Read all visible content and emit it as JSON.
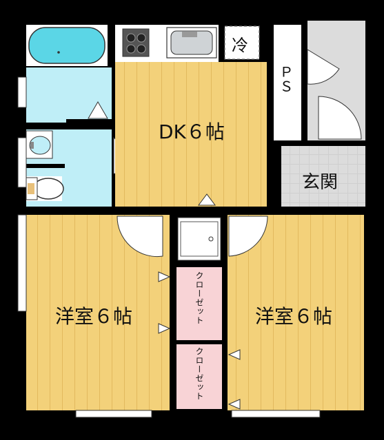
{
  "rooms": {
    "dk": "DK６帖",
    "entrance": "玄関",
    "western_left": "洋室６帖",
    "western_right": "洋室６帖",
    "closet_upper": "クローゼット",
    "closet_lower": "クローゼット",
    "pipe_space": "ＰＳ",
    "fridge": "冷"
  },
  "colors": {
    "floor": "#f3d17a",
    "floor_line": "#e2b95e",
    "wet_area": "#bfeef7",
    "closet": "#f8d3d6",
    "entrance": "#dcdcdc",
    "wall": "#000000"
  }
}
